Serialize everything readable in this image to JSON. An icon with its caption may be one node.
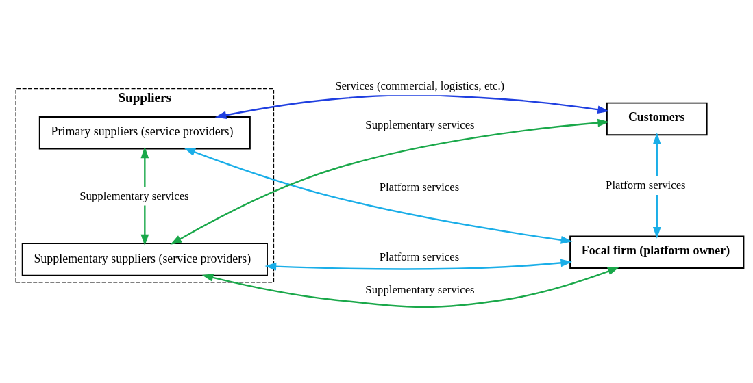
{
  "diagram": {
    "nodes": [
      {
        "text": [
          "Suppliers"
        ]
      },
      {
        "text": [
          "Primary suppliers (service providers)"
        ],
        "in": 0
      },
      {
        "text": [
          "Supplementary suppliers (service providers)"
        ],
        "in": 0
      },
      {
        "text": [
          "Customers"
        ]
      },
      {
        "text": [
          "Focal firm (platform owner)"
        ]
      }
    ],
    "edges": [
      {
        "from": 1,
        "to": 3,
        "arrow": "both",
        "label": "Services (commercial, logistics, etc.)",
        "color": "#1f3fe0"
      },
      {
        "from": 1,
        "to": 2,
        "arrow": "both",
        "label": "Supplementary services",
        "color": "#1aa84a"
      },
      {
        "from": 1,
        "to": 4,
        "arrow": "both",
        "label": "Platform services",
        "color": "#1aaee8"
      },
      {
        "from": 3,
        "to": 2,
        "arrow": "both",
        "label": "Supplementary services",
        "color": "#1aa84a"
      },
      {
        "from": 3,
        "to": 4,
        "arrow": "both",
        "label": "Platform services",
        "color": "#1aaee8"
      },
      {
        "from": 2,
        "to": 4,
        "arrow": "both",
        "label": "Platform services",
        "color": "#1aaee8"
      },
      {
        "from": 2,
        "to": 4,
        "arrow": "both",
        "label": "Supplementary services",
        "color": "#1aa84a"
      }
    ]
  }
}
